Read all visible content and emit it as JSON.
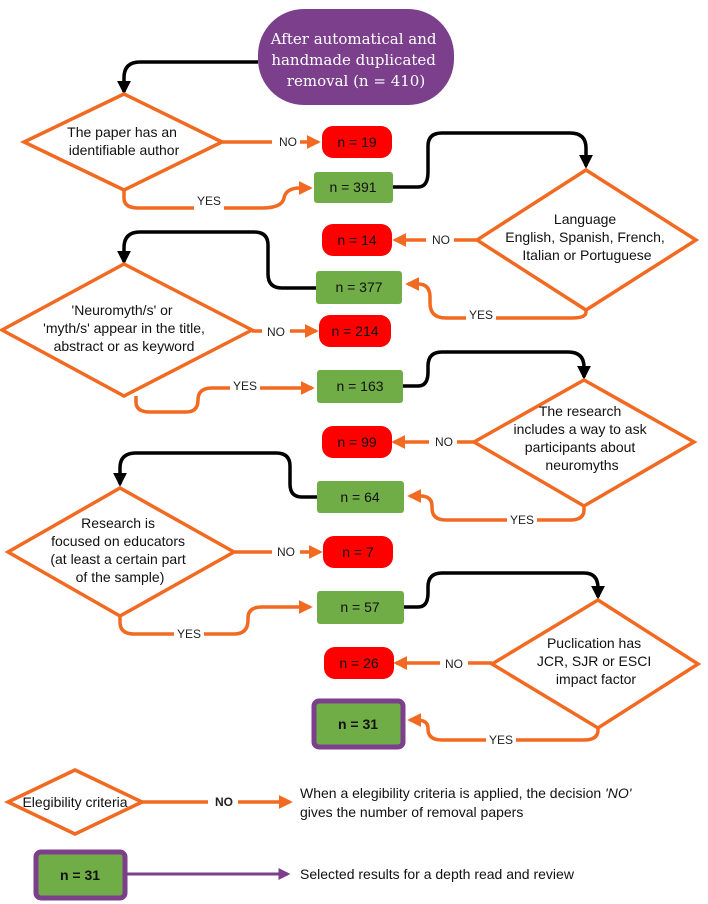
{
  "start": {
    "lines": [
      "After automatical and",
      "handmade duplicated",
      "removal (n = 410)"
    ]
  },
  "decisions": [
    {
      "lines": [
        "The paper has an",
        "identifiable author"
      ]
    },
    {
      "lines": [
        "Language",
        "English, Spanish, French,",
        "Italian or Portuguese"
      ]
    },
    {
      "lines": [
        "'Neuromyth/s' or",
        "'myth/s' appear in the title,",
        "abstract or as keyword"
      ]
    },
    {
      "lines": [
        "The research",
        "includes a way to ask",
        "participants about",
        "neuromyths"
      ]
    },
    {
      "lines": [
        "Research is",
        "focused on educators",
        "(at least a certain part",
        "of the sample)"
      ]
    },
    {
      "lines": [
        "Puclication has",
        "JCR, SJR or ESCI",
        "impact factor"
      ]
    }
  ],
  "removed": [
    "n = 19",
    "n = 14",
    "n = 214",
    "n = 99",
    "n = 7",
    "n = 26"
  ],
  "kept": [
    "n = 391",
    "n = 377",
    "n = 163",
    "n = 64",
    "n = 57"
  ],
  "final": "n = 31",
  "yes_label": "YES",
  "no_label": "NO",
  "legend": {
    "criteria_label": "Elegibility criteria",
    "no_label": "NO",
    "no_desc_1a": "When a elegibility criteria is applied, the decision ",
    "no_desc_1b": "'NO'",
    "no_desc_2": "gives the number of removal papers",
    "final_label": "n = 31",
    "final_desc": "Selected results for a depth read and review"
  },
  "colors": {
    "orange": "#f26a21",
    "red": "#ff0000",
    "green": "#70ad47",
    "purple": "#7b3f8c",
    "black": "#000000"
  }
}
